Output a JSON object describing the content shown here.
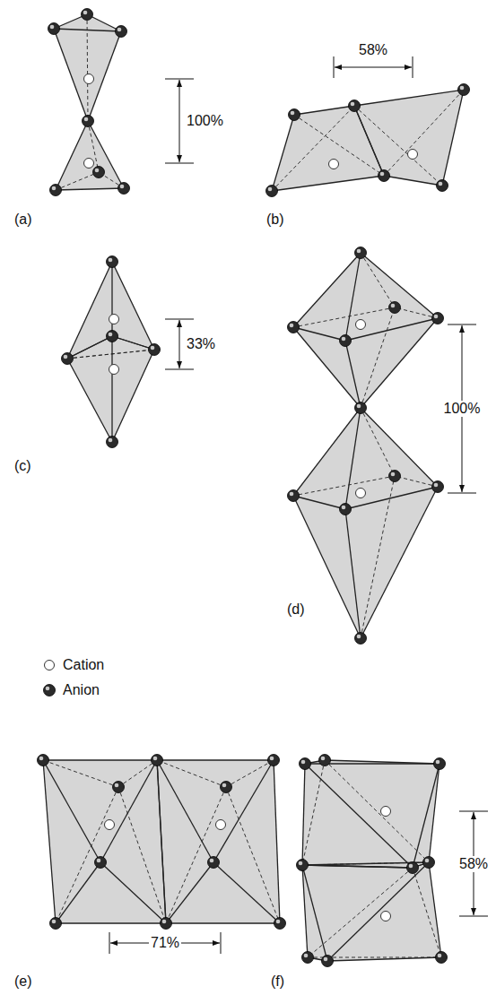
{
  "diagram": {
    "labels": [
      "100%",
      "58%",
      "(a)",
      "(b)",
      "33%",
      "100%",
      "(c)",
      "(d)",
      "71%",
      "58%",
      "(e)",
      "(f)"
    ],
    "legend": [
      {
        "text": "Cation"
      },
      {
        "text": "Anion"
      }
    ]
  }
}
